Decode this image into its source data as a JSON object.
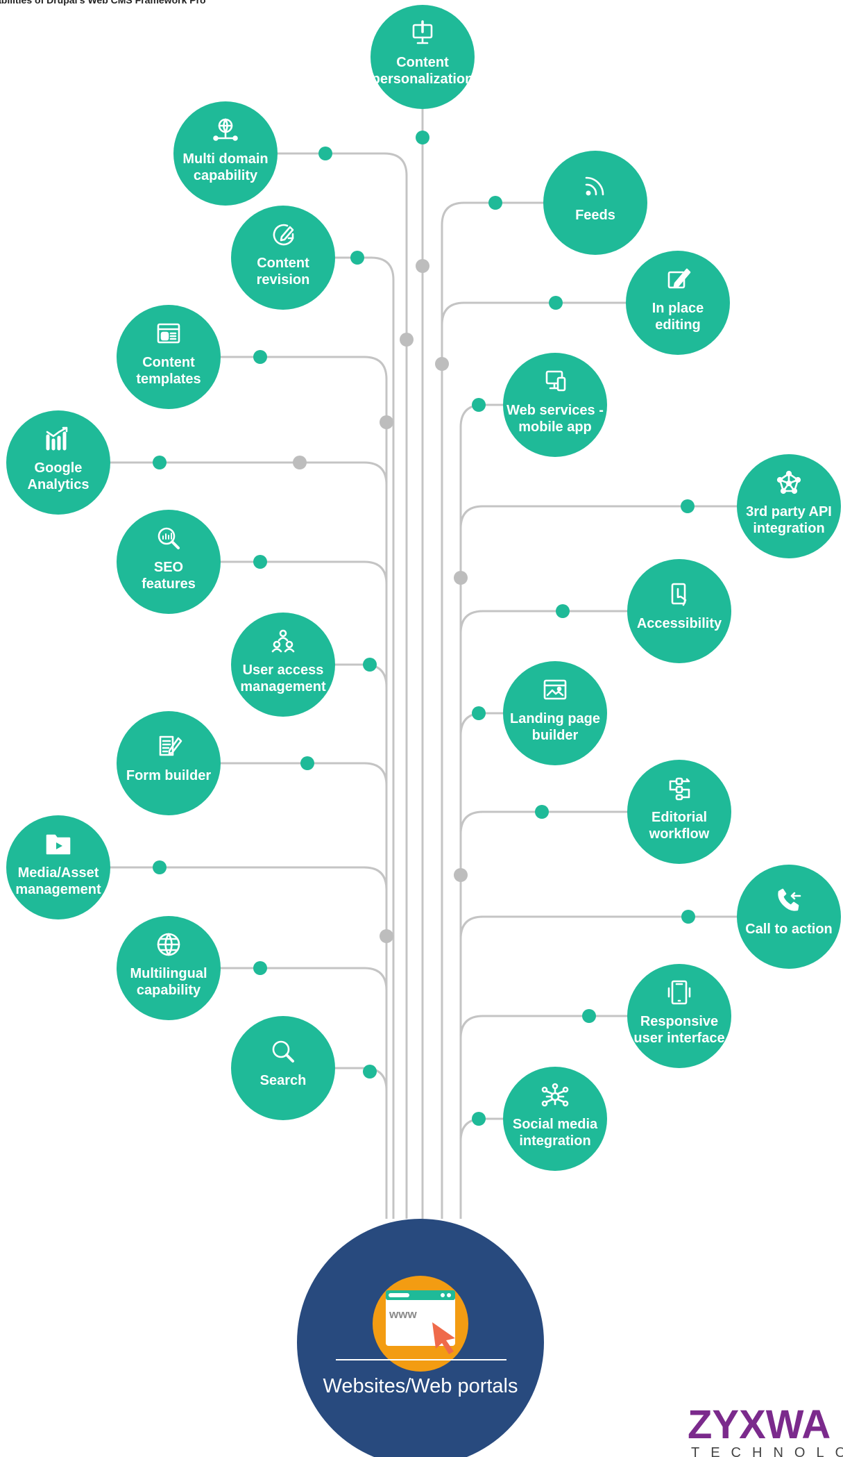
{
  "page_title": "abilities of Drupal's Web CMS Framework Pro",
  "colors": {
    "node": "#1fba98",
    "line": "#c4c4c4",
    "joint": "#bdbdbd",
    "hub": "#284a7e",
    "accent": "#f39c12",
    "arrow": "#ef6a4a",
    "logo": "#7b2a8c"
  },
  "hub": {
    "label": "Websites/Web portals",
    "url_text": "www"
  },
  "features": [
    {
      "id": "content-personalization",
      "lines": [
        "Content",
        "personalization"
      ],
      "icon": "monitor-touch-icon"
    },
    {
      "id": "multi-domain",
      "lines": [
        "Multi domain",
        "capability"
      ],
      "icon": "globe-network-icon"
    },
    {
      "id": "feeds",
      "lines": [
        "Feeds"
      ],
      "icon": "rss-icon"
    },
    {
      "id": "content-revision",
      "lines": [
        "Content",
        "revision"
      ],
      "icon": "edit-refresh-icon"
    },
    {
      "id": "in-place-editing",
      "lines": [
        "In place",
        "editing"
      ],
      "icon": "edit-box-icon"
    },
    {
      "id": "content-templates",
      "lines": [
        "Content",
        "templates"
      ],
      "icon": "template-icon"
    },
    {
      "id": "web-services",
      "lines": [
        "Web services -",
        "mobile app"
      ],
      "icon": "devices-icon"
    },
    {
      "id": "google-analytics",
      "lines": [
        "Google",
        "Analytics"
      ],
      "icon": "analytics-chart-icon"
    },
    {
      "id": "third-party-api",
      "lines": [
        "3rd party API",
        "integration"
      ],
      "icon": "network-nodes-icon"
    },
    {
      "id": "seo",
      "lines": [
        "SEO",
        "features"
      ],
      "icon": "search-chart-icon"
    },
    {
      "id": "accessibility",
      "lines": [
        "Accessibility"
      ],
      "icon": "touch-phone-icon"
    },
    {
      "id": "user-access",
      "lines": [
        "User access",
        "management"
      ],
      "icon": "users-hierarchy-icon"
    },
    {
      "id": "landing-page",
      "lines": [
        "Landing page",
        "builder"
      ],
      "icon": "browser-image-icon"
    },
    {
      "id": "form-builder",
      "lines": [
        "Form builder"
      ],
      "icon": "form-pen-icon"
    },
    {
      "id": "editorial-workflow",
      "lines": [
        "Editorial",
        "workflow"
      ],
      "icon": "workflow-icon"
    },
    {
      "id": "media-asset",
      "lines": [
        "Media/Asset",
        "management"
      ],
      "icon": "video-folder-icon"
    },
    {
      "id": "call-to-action",
      "lines": [
        "Call to action"
      ],
      "icon": "phone-call-icon"
    },
    {
      "id": "multilingual",
      "lines": [
        "Multilingual",
        "capability"
      ],
      "icon": "globe-icon"
    },
    {
      "id": "responsive-ui",
      "lines": [
        "Responsive",
        "user interface"
      ],
      "icon": "mobile-icon"
    },
    {
      "id": "search",
      "lines": [
        "Search"
      ],
      "icon": "magnifier-icon"
    },
    {
      "id": "social-media",
      "lines": [
        "Social media",
        "integration"
      ],
      "icon": "social-network-icon"
    }
  ],
  "logo": {
    "name": "ZYXWA",
    "sub": "TECHNOLO"
  }
}
